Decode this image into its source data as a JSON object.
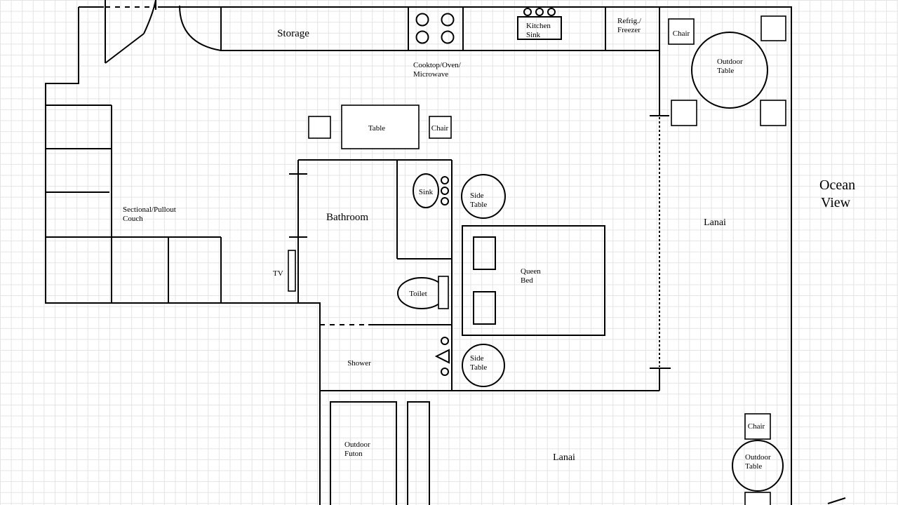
{
  "labels": {
    "storage": "Storage",
    "kitchen_sink": [
      "Kitchen",
      "Sink"
    ],
    "cooktop": [
      "Cooktop/Oven/",
      "Microwave"
    ],
    "refrig": [
      "Refrig./",
      "Freezer"
    ],
    "chair": "Chair",
    "outdoor_table": [
      "Outdoor",
      "Table"
    ],
    "table": "Table",
    "sectional": [
      "Sectional/Pullout",
      "Couch"
    ],
    "bathroom": "Bathroom",
    "sink": "Sink",
    "side_table": [
      "Side",
      "Table"
    ],
    "queen_bed": [
      "Queen",
      "Bed"
    ],
    "tv": "TV",
    "toilet": "Toilet",
    "shower": "Shower",
    "lanai": "Lanai",
    "outdoor_futon": [
      "Outdoor",
      "Futon"
    ],
    "ocean_view": [
      "Ocean",
      "View"
    ]
  }
}
